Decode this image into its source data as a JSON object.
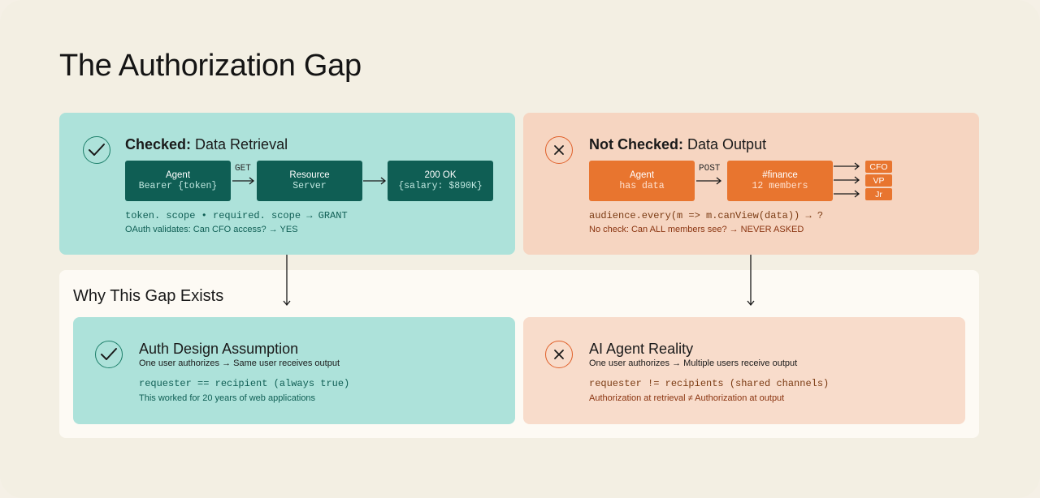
{
  "title": "The Authorization Gap",
  "checked": {
    "heading_bold": "Checked:",
    "heading_rest": " Data Retrieval",
    "icon": "check-circle-icon",
    "flow": [
      {
        "title": "Agent",
        "sub": "Bearer {token}"
      },
      {
        "title": "Resource",
        "sub": "Server"
      },
      {
        "title": "200 OK",
        "sub": "{salary: $890K}"
      }
    ],
    "verb": "GET",
    "code": "token. scope • required. scope → GRANT",
    "note": "OAuth validates: Can CFO access? → YES"
  },
  "not_checked": {
    "heading_bold": "Not Checked:",
    "heading_rest": " Data Output",
    "icon": "x-circle-icon",
    "flow": [
      {
        "title": "Agent",
        "sub": "has data"
      },
      {
        "title": "#finance",
        "sub": "12 members"
      }
    ],
    "verb": "POST",
    "recipients": [
      "CFO",
      "VP",
      "Jr"
    ],
    "code": "audience.every(m => m.canView(data)) → ?",
    "note": "No check: Can ALL members see? → NEVER ASKED"
  },
  "why": {
    "title": "Why This Gap Exists",
    "assumption": {
      "title": "Auth Design Assumption",
      "sub": "One user authorizes → Same user receives output",
      "code": "requester == recipient (always true)",
      "note": "This worked for 20 years of web applications"
    },
    "reality": {
      "title": "AI Agent Reality",
      "sub": "One user authorizes → Multiple users receive output",
      "code": "requester != recipients (shared channels)",
      "note": "Authorization at retrieval ≠ Authorization at output"
    }
  },
  "colors": {
    "teal_bg": "#ade2da",
    "dark_teal": "#0f5e54",
    "peach_bg": "#f6d5c1",
    "orange": "#e8752f",
    "page_bg": "#f3efe3"
  }
}
